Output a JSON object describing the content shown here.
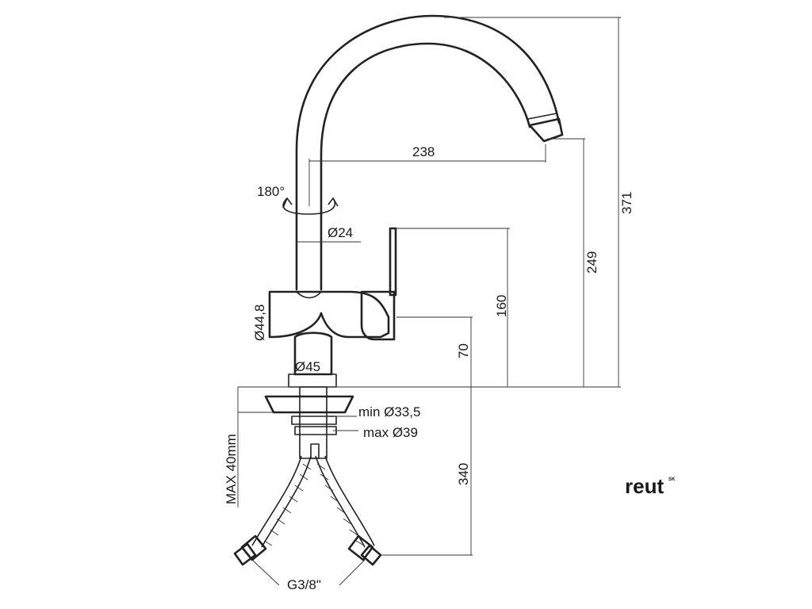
{
  "dimensions": {
    "reach": "238",
    "total_height": "371",
    "spout_height": "249",
    "lever_height": "160",
    "body_height": "70",
    "hose_length": "340",
    "rotation": "180°",
    "spout_diameter": "Ø24",
    "body_diameter": "Ø44,8",
    "base_diameter": "Ø45",
    "hole_min": "min Ø33,5",
    "hole_max": "max Ø39",
    "max_thickness": "MAX 40mm",
    "connection": "G3/8\""
  },
  "brand": {
    "name": "reut",
    "superscript": "SK"
  }
}
